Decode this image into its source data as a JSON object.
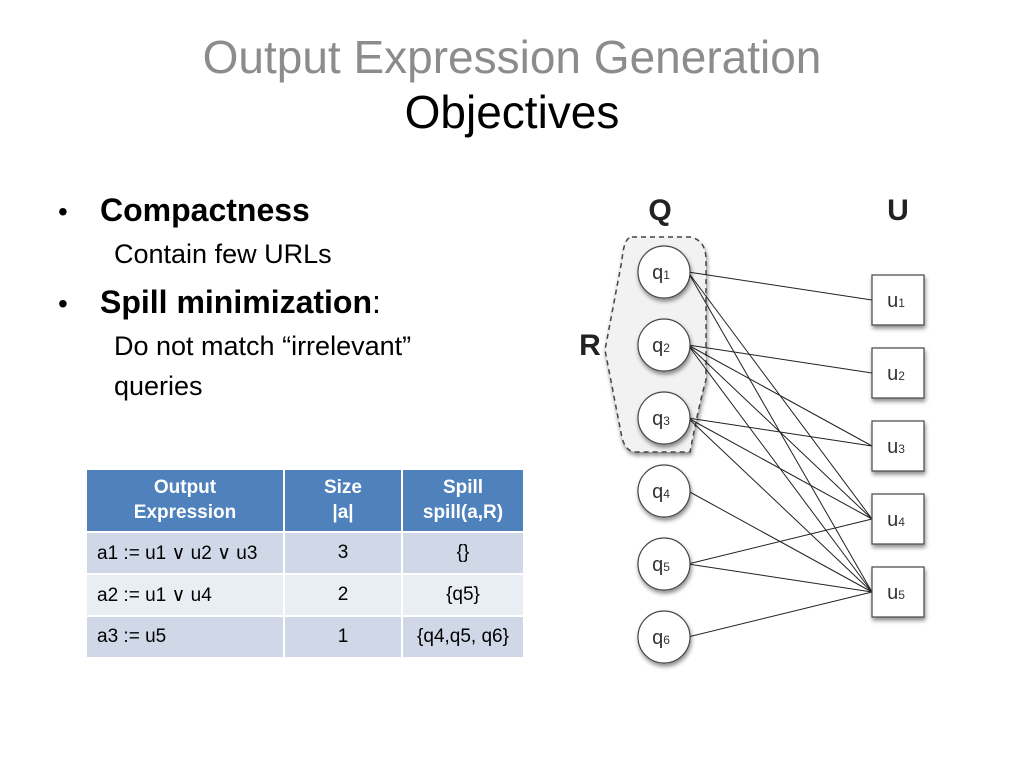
{
  "title": {
    "line1": "Output Expression Generation",
    "line2": "Objectives"
  },
  "bullets": [
    {
      "label": "Compactness",
      "suffix": "",
      "detail": "Contain few URLs"
    },
    {
      "label": "Spill minimization",
      "suffix": ":",
      "detail": "Do not match “irrelevant” queries"
    }
  ],
  "table": {
    "headers": [
      {
        "line1": "Output",
        "line2": "Expression"
      },
      {
        "line1": "Size",
        "line2": "|a|"
      },
      {
        "line1": "Spill",
        "line2": "spill(a,R)"
      }
    ],
    "rows": [
      {
        "expr": "a1 := u1 ∨ u2 ∨ u3",
        "size": "3",
        "spill": "{}"
      },
      {
        "expr": "a2 := u1 ∨ u4",
        "size": "2",
        "spill": "{q5}"
      },
      {
        "expr": "a3 := u5",
        "size": "1",
        "spill": "{q4,q5, q6}"
      }
    ]
  },
  "graph": {
    "q_header": "Q",
    "u_header": "U",
    "r_label": "R",
    "q_nodes": [
      {
        "id": "q1",
        "base": "q",
        "sub": "1"
      },
      {
        "id": "q2",
        "base": "q",
        "sub": "2"
      },
      {
        "id": "q3",
        "base": "q",
        "sub": "3"
      },
      {
        "id": "q4",
        "base": "q",
        "sub": "4"
      },
      {
        "id": "q5",
        "base": "q",
        "sub": "5"
      },
      {
        "id": "q6",
        "base": "q",
        "sub": "6"
      }
    ],
    "u_nodes": [
      {
        "id": "u1",
        "base": "u",
        "sub": "1"
      },
      {
        "id": "u2",
        "base": "u",
        "sub": "2"
      },
      {
        "id": "u3",
        "base": "u",
        "sub": "3"
      },
      {
        "id": "u4",
        "base": "u",
        "sub": "4"
      },
      {
        "id": "u5",
        "base": "u",
        "sub": "5"
      }
    ],
    "edges": [
      [
        "q1",
        "u1"
      ],
      [
        "q1",
        "u4"
      ],
      [
        "q1",
        "u5"
      ],
      [
        "q2",
        "u2"
      ],
      [
        "q2",
        "u3"
      ],
      [
        "q2",
        "u4"
      ],
      [
        "q2",
        "u5"
      ],
      [
        "q3",
        "u3"
      ],
      [
        "q3",
        "u4"
      ],
      [
        "q3",
        "u5"
      ],
      [
        "q4",
        "u5"
      ],
      [
        "q5",
        "u4"
      ],
      [
        "q5",
        "u5"
      ],
      [
        "q6",
        "u5"
      ]
    ]
  }
}
